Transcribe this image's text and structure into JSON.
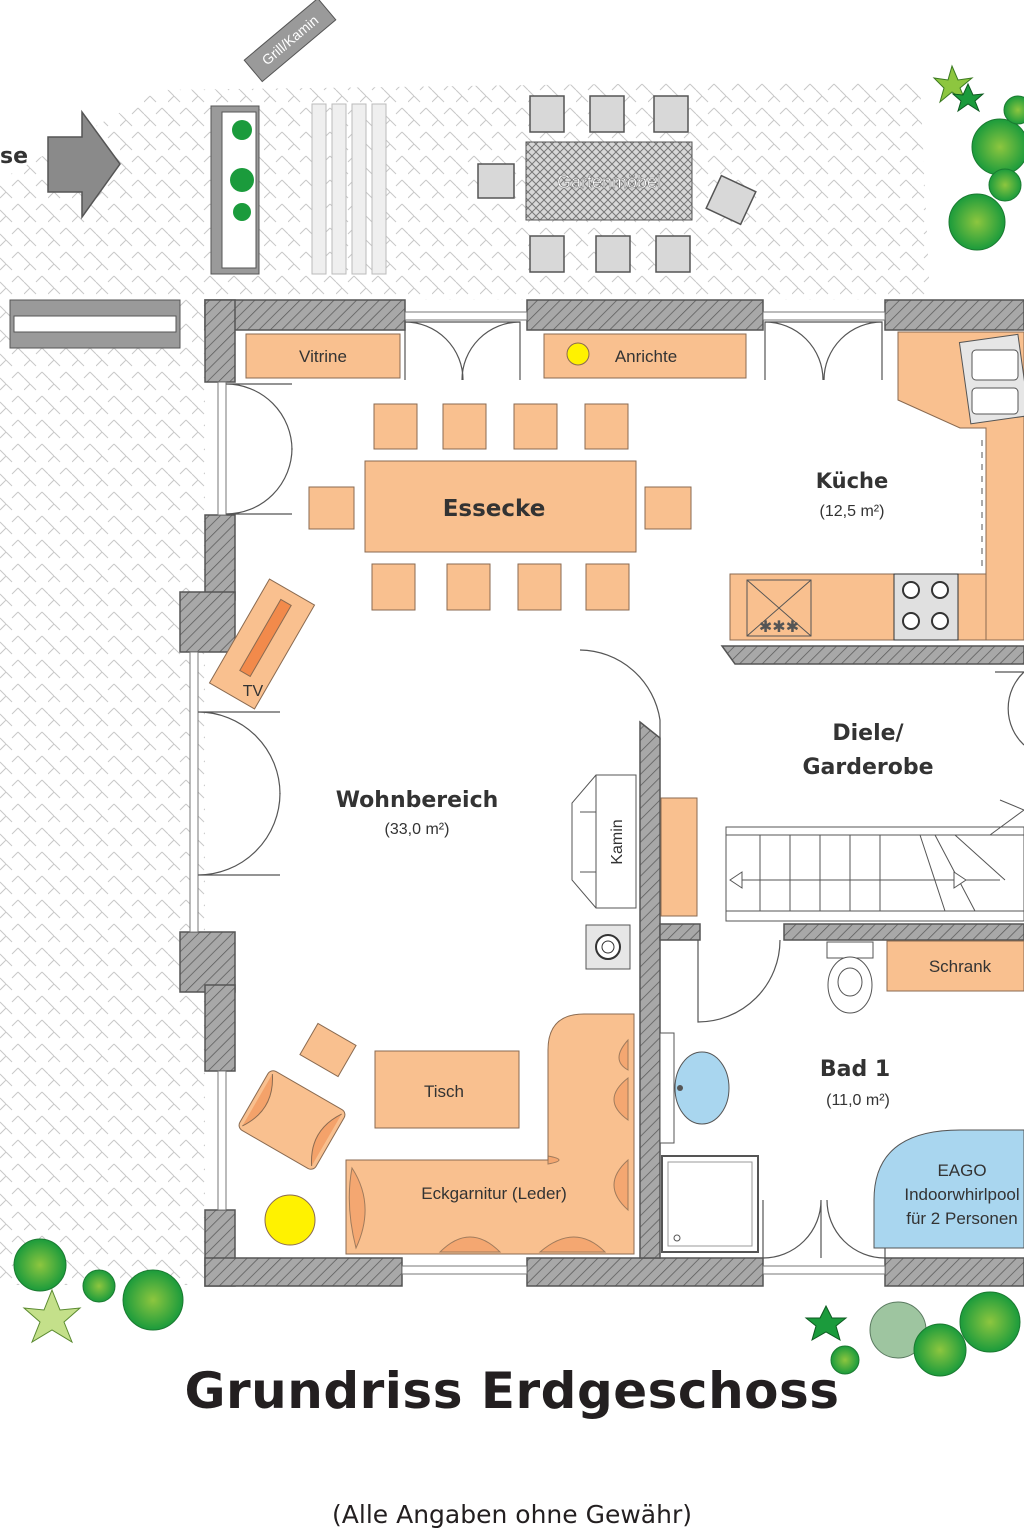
{
  "colors": {
    "furniture": "#f9c08f",
    "furniture_stroke": "#8a6a50",
    "wall": "#a0a0a0",
    "wall_stroke": "#555555",
    "whirlpool": "#a9d6ef",
    "lamp": "#fff200",
    "plant_dark": "#1b9b3c",
    "plant_light": "#8dc63f",
    "text": "#333333"
  },
  "terrace_label": "se",
  "outdoor": {
    "grill": "Grill/Kamin",
    "garden_furniture": "Gartenmöbel"
  },
  "rooms": {
    "essecke": "Essecke",
    "kueche": "Küche",
    "kueche_area": "(12,5 m²)",
    "diele_line1": "Diele/",
    "diele_line2": "Garderobe",
    "wohnbereich": "Wohnbereich",
    "wohnbereich_area": "(33,0 m²)",
    "bad": "Bad 1",
    "bad_area": "(11,0 m²)"
  },
  "furniture": {
    "vitrine": "Vitrine",
    "anrichte": "Anrichte",
    "tv": "TV",
    "kamin": "Kamin",
    "tisch": "Tisch",
    "eckgarnitur": "Eckgarnitur (Leder)",
    "schrank": "Schrank",
    "whirlpool_line1": "EAGO",
    "whirlpool_line2": "Indoorwhirlpool",
    "whirlpool_line3": "für 2 Personen"
  },
  "footer": {
    "title": "Grundriss Erdgeschoss",
    "note": "(Alle Angaben ohne Gewähr)"
  }
}
